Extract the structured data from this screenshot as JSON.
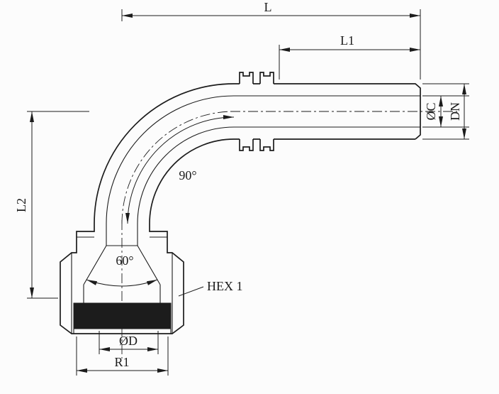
{
  "drawing": {
    "title": "90-degree elbow hose fitting - dimensioned technical drawing",
    "background": "#fcfcfc",
    "ink": "#1c1c1c",
    "labels": {
      "overall_length": "L",
      "stem_length": "L1",
      "center_height": "L2",
      "stem_diameter": "ØC",
      "nominal_diameter": "DN",
      "bend_angle": "90°",
      "seat_angle": "60°",
      "hex_size": "HEX 1",
      "thread_diameter": "ØD",
      "nut_diameter": "R1"
    }
  }
}
